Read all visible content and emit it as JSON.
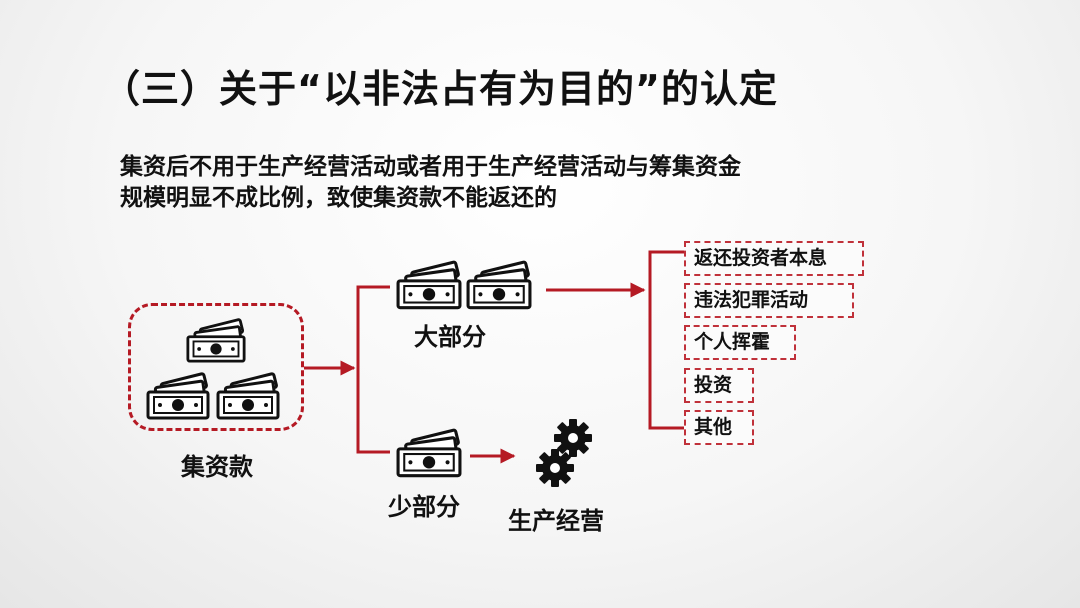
{
  "title": "（三）关于“以非法占有为目的”的认定",
  "description": {
    "line1": "集资后不用于生产经营活动或者用于生产经营活动与筹集资金",
    "line2": "规模明显不成比例，致使集资款不能返还的"
  },
  "nodes": {
    "funds": "集资款",
    "majority": "大部分",
    "minority": "少部分",
    "production": "生产经营"
  },
  "uses": [
    "返还投资者本息",
    "违法犯罪活动",
    "个人挥霍",
    "投资",
    "其他"
  ],
  "icons": {
    "money": "money-stack-icon",
    "gears": "gears-icon"
  },
  "colors": {
    "accent": "#b51a24",
    "text": "#111111"
  }
}
